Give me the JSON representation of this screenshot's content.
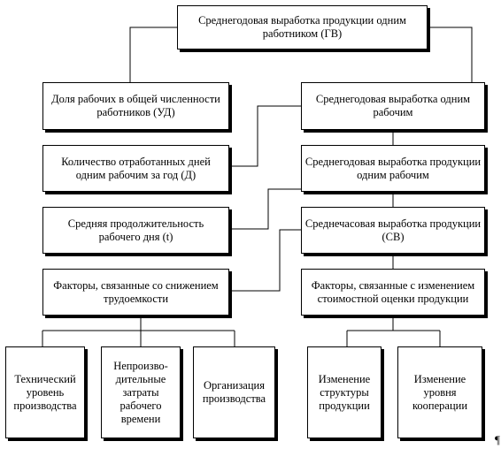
{
  "diagram": {
    "top": "Среднегодовая выработка продукции одним работником (ГВ)",
    "ud": "Доля рабочих в общей численности работников (УД)",
    "gv_worker": "Среднегодовая выработка одним рабочим",
    "d": "Количество отработанных дней одним рабочим за год (Д)",
    "dv": "Среднегодовая выработка продукции одним рабочим",
    "t": "Средняя продолжительность рабочего дня (t)",
    "cv": "Среднечасовая выработка продукции (СВ)",
    "labor": "Факторы, связанные со снижением трудоемкости",
    "cost": "Факторы, связанные с изменением стоимостной оценки продукции",
    "tech": "Технический уровень производства",
    "waste": "Непроизво-дительные затраты рабочего времени",
    "org": "Организация производства",
    "struct": "Изменение структуры продукции",
    "coop": "Изменение уровня кооперации",
    "pilcrow": "¶"
  }
}
